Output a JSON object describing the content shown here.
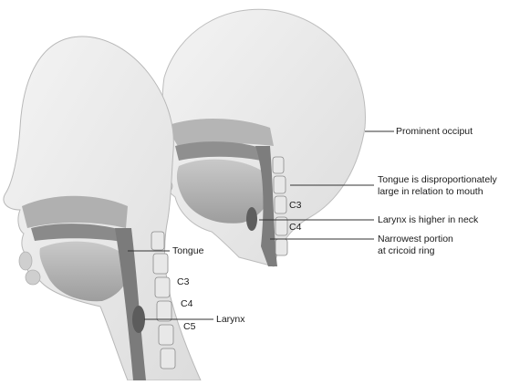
{
  "figure": {
    "child_labels": {
      "prominent_occiput": "Prominent occiput",
      "tongue_line1": "Tongue is disproportionately",
      "tongue_line2": "large in relation to mouth",
      "c3": "C3",
      "larynx": "Larynx is higher in neck",
      "c4": "C4",
      "narrowest_line1": "Narrowest portion",
      "narrowest_line2": "at cricoid ring"
    },
    "adult_labels": {
      "tongue": "Tongue",
      "c3": "C3",
      "c4": "C4",
      "larynx": "Larynx",
      "c5": "C5"
    }
  }
}
